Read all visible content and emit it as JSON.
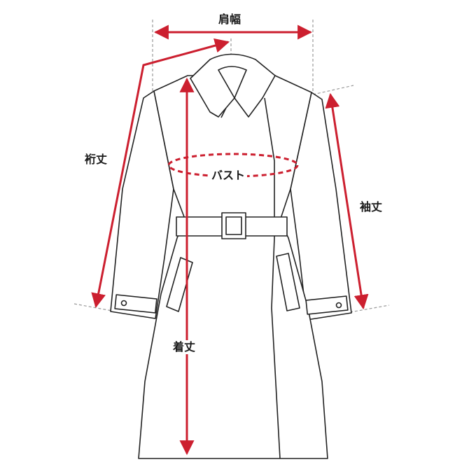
{
  "labels": {
    "shoulder_width": "肩幅",
    "bust": "バスト",
    "yuki_length": "裄丈",
    "sleeve_length": "袖丈",
    "body_length": "着丈"
  },
  "colors": {
    "measure": "#cc1f2f",
    "outline": "#222222",
    "guide": "#999999",
    "background": "#ffffff"
  }
}
